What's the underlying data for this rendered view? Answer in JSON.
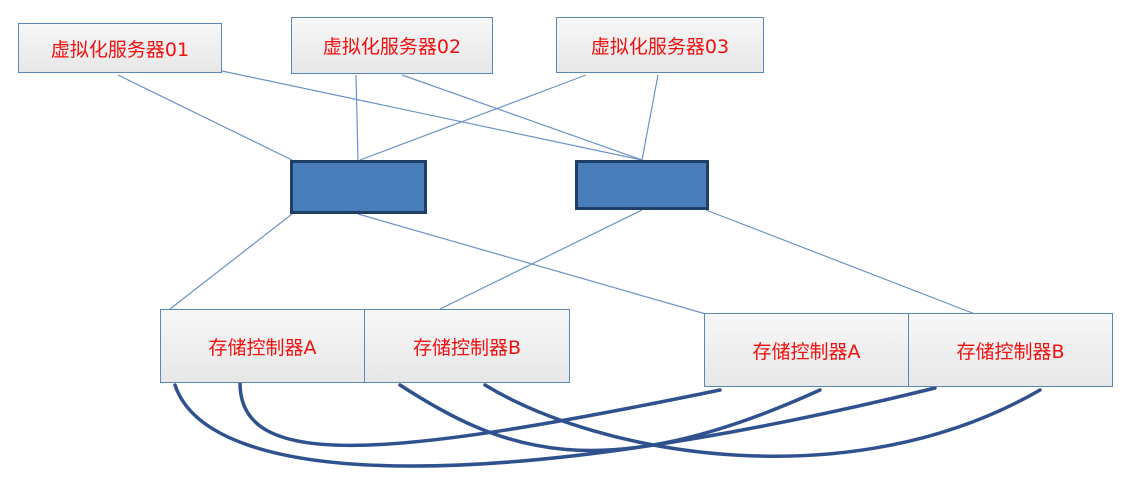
{
  "servers": [
    {
      "id": "server-01",
      "label": "虚拟化服务器01"
    },
    {
      "id": "server-02",
      "label": "虚拟化服务器02"
    },
    {
      "id": "server-03",
      "label": "虚拟化服务器03"
    }
  ],
  "switches": [
    {
      "id": "switch-1"
    },
    {
      "id": "switch-2"
    }
  ],
  "storage_arrays": [
    {
      "id": "storage-1",
      "controllers": [
        {
          "id": "storage-1-controller-a",
          "label": "存储控制器A"
        },
        {
          "id": "storage-1-controller-b",
          "label": "存储控制器B"
        }
      ]
    },
    {
      "id": "storage-2",
      "controllers": [
        {
          "id": "storage-2-controller-a",
          "label": "存储控制器A"
        },
        {
          "id": "storage-2-controller-b",
          "label": "存储控制器B"
        }
      ]
    }
  ],
  "colors": {
    "label_text": "#f01010",
    "box_border": "#5b86b8",
    "switch_fill": "#4a7ebb",
    "switch_border": "#1e3f66",
    "thin_link": "#6b93c6",
    "thick_link": "#2f528f"
  }
}
